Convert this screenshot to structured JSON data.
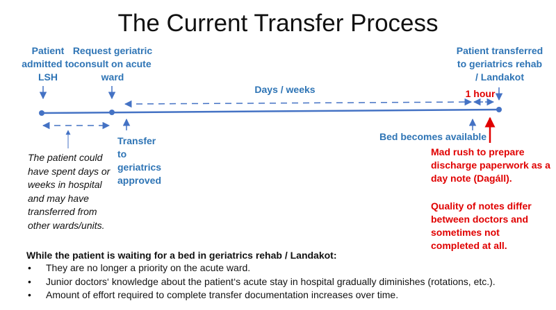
{
  "title": "The Current Transfer Process",
  "labels": {
    "patient_admitted": [
      "Patient",
      "admitted to",
      "LSH"
    ],
    "request_consult": [
      "Request geriatric",
      "consult on acute",
      "ward"
    ],
    "patient_transferred": [
      "Patient transferred",
      "to geriatrics rehab",
      "/ Landakot"
    ],
    "days_weeks": "Days / weeks",
    "one_hour": "1 hour",
    "bed_available": "Bed becomes available",
    "transfer_approved": [
      "Transfer",
      "to",
      "geriatrics",
      "approved"
    ]
  },
  "left_note": [
    "The patient could",
    "have spent days or",
    "weeks in hospital",
    "and may have",
    "transferred from",
    "other wards/units."
  ],
  "red_note_1": [
    "Mad rush to prepare",
    "discharge paperwork as a",
    "day note (Dagáll)."
  ],
  "red_note_2": [
    "Quality of notes differ",
    "between doctors and",
    "sometimes not",
    "completed at all."
  ],
  "bottom": {
    "heading": "While the patient is waiting for a bed in geriatrics rehab / Landakot:",
    "bullets": [
      "They are no longer a priority on the acute ward.",
      "Junior doctors‘ knowledge about the patient‘s acute stay in hospital gradually diminishes (rotations, etc.).",
      "Amount of effort required to complete transfer documentation increases over time."
    ]
  },
  "colors": {
    "blue": "#2e74b5",
    "red": "#e00000",
    "line": "#4472c4"
  },
  "icons": [
    "down-arrow-icon",
    "up-arrow-icon",
    "dashed-double-arrow-icon",
    "timeline-dot-icon"
  ]
}
